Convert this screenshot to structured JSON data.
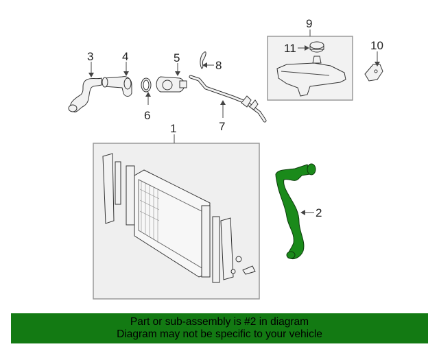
{
  "callouts": [
    "1",
    "2",
    "3",
    "4",
    "5",
    "6",
    "7",
    "8",
    "9",
    "10",
    "11"
  ],
  "highlight_color": "#1a8a1a",
  "banner": {
    "line1": "Part or sub-assembly is #2 in diagram",
    "line2": "Diagram may not be specific to your vehicle",
    "color": "#137a13"
  }
}
